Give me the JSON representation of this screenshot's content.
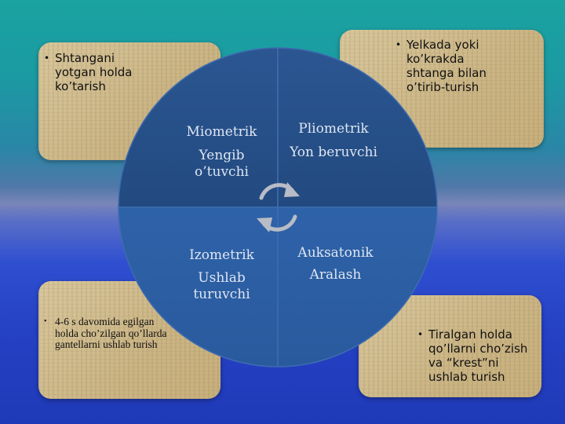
{
  "cards": {
    "top_left": {
      "text": "Shtangani yotgan holda ko’tarish"
    },
    "top_right": {
      "text": "Yelkada yoki ko’krakda shtanga bilan o’tirib-turish"
    },
    "bottom_left": {
      "text": "4-6 s davomida egilgan holda cho’zilgan qo’llarda gantellarni ushlab turish"
    },
    "bottom_right": {
      "text": "Tiralgan holda qo’llarni cho’zish va “krest”ni ushlab turish"
    }
  },
  "wheel": {
    "top_left": {
      "title": "Miometrik",
      "subtitle": "Yengib o’tuvchi"
    },
    "top_right": {
      "title": "Pliometrik",
      "subtitle": "Yon beruvchi"
    },
    "bottom_left": {
      "title": "Izometrik",
      "subtitle": "Ushlab turuvchi"
    },
    "bottom_right": {
      "title": "Auksatonik",
      "subtitle": "Aralash"
    }
  },
  "colors": {
    "wheel_top": "#274f86",
    "wheel_bottom": "#2a5da3",
    "card": "#cfbb8c",
    "arrows": "#b8bcc6"
  },
  "bullet_glyph": "•"
}
